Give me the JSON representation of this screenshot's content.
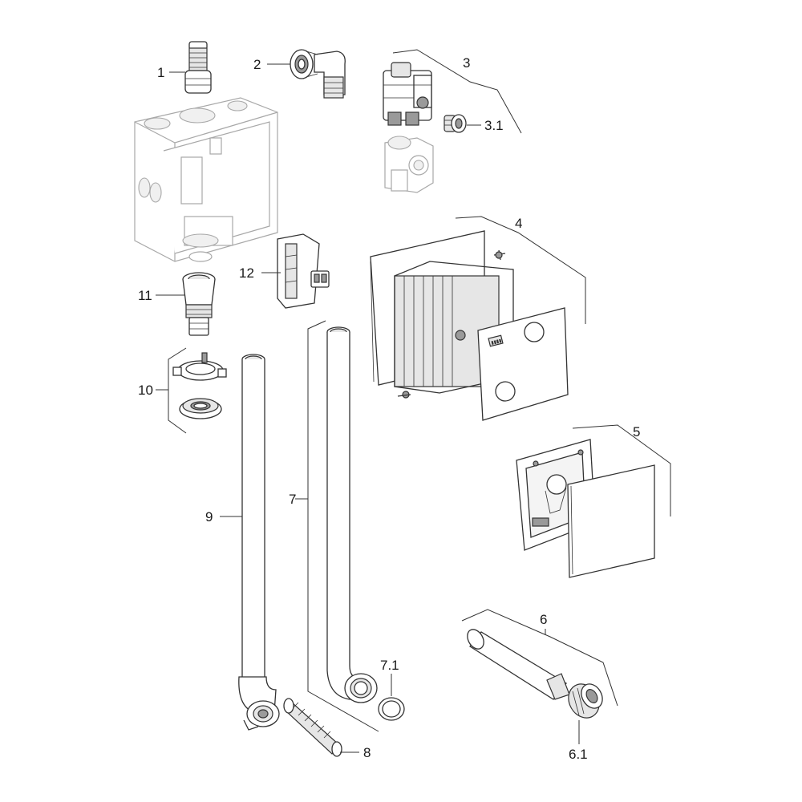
{
  "labels": [
    "1",
    "2",
    "3",
    "3.1",
    "4",
    "5",
    "6",
    "6.1",
    "7",
    "7.1",
    "8",
    "9",
    "10",
    "11",
    "12"
  ]
}
